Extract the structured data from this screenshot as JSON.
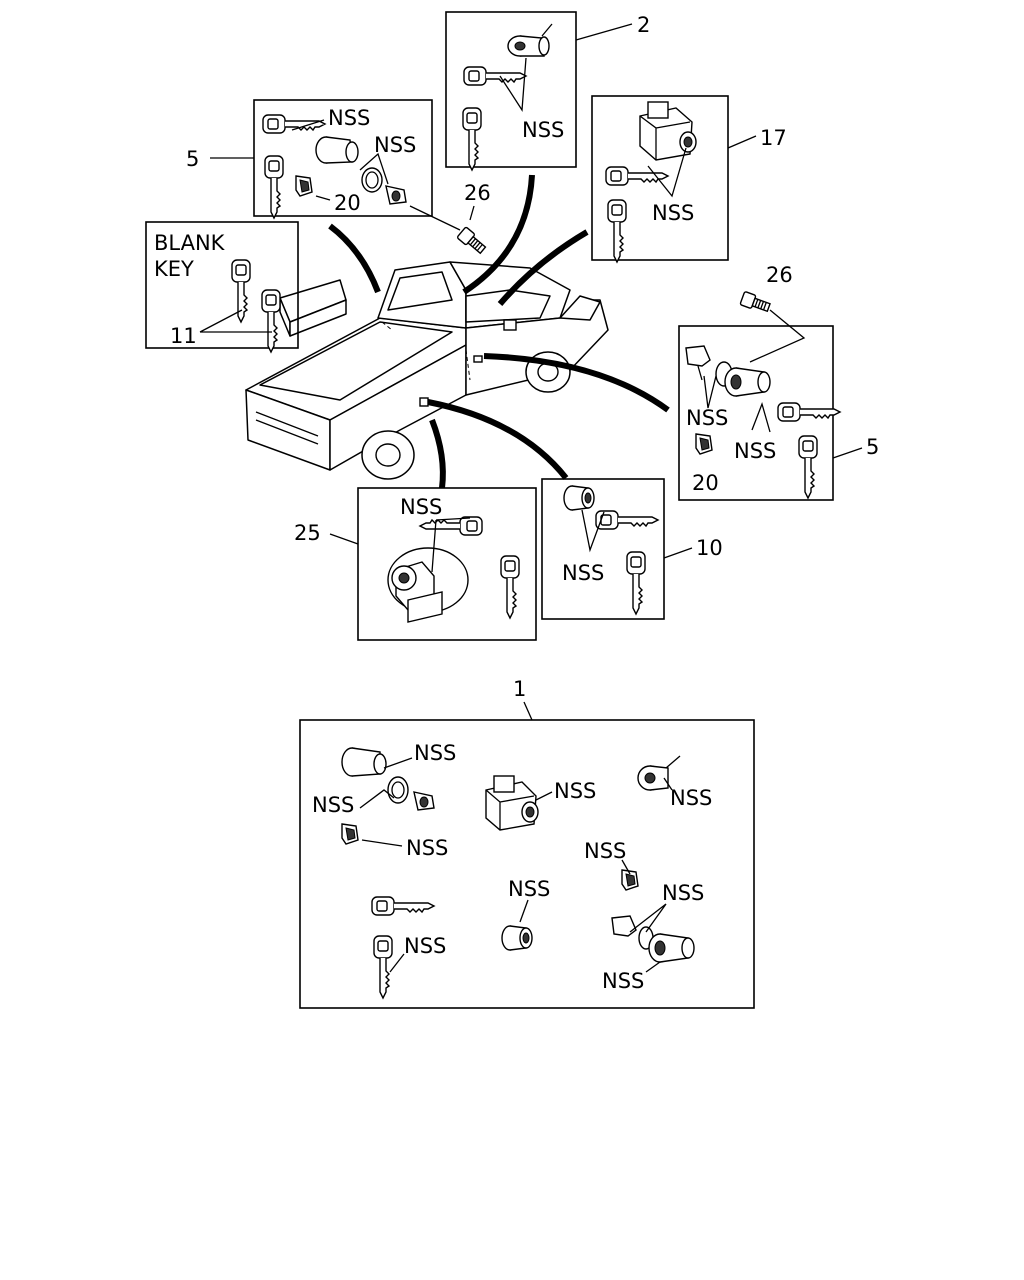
{
  "callouts": {
    "c1": "1",
    "c2": "2",
    "c5_left": "5",
    "c5_right": "5",
    "c10": "10",
    "c11": "11",
    "c17": "17",
    "c20_left": "20",
    "c20_right": "20",
    "c25": "25",
    "c26_left": "26",
    "c26_right": "26"
  },
  "blank_key": {
    "line1": "BLANK",
    "line2": "KEY"
  },
  "nss": "NSS"
}
